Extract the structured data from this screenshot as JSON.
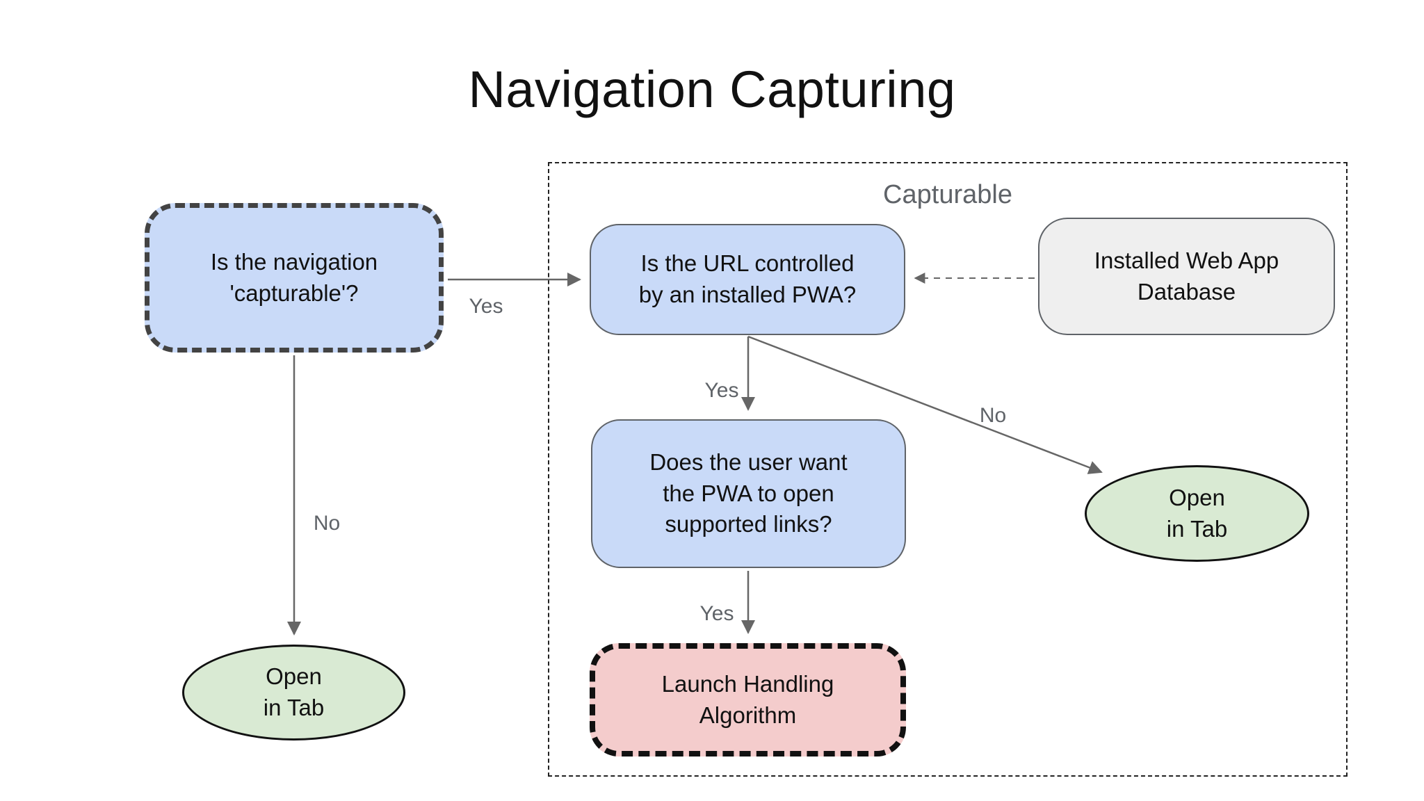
{
  "title": "Navigation Capturing",
  "diagram": {
    "container_label": "Capturable",
    "nodes": {
      "capturable_question": {
        "text": "Is the navigation\n'capturable'?"
      },
      "url_controlled_question": {
        "text": "Is the URL controlled\nby an installed PWA?"
      },
      "installed_db": {
        "text": "Installed Web App\nDatabase"
      },
      "user_want_question": {
        "text": "Does the user want\nthe PWA to open\nsupported links?"
      },
      "launch_handling": {
        "text": "Launch Handling\nAlgorithm"
      },
      "open_in_tab_left": {
        "text": "Open\nin Tab"
      },
      "open_in_tab_right": {
        "text": "Open\nin Tab"
      }
    },
    "edge_labels": {
      "capturable_yes": "Yes",
      "capturable_no": "No",
      "controlled_yes": "Yes",
      "controlled_no": "No",
      "supported_yes": "Yes"
    },
    "colors": {
      "decision_fill": "#c9daf8",
      "terminal_fill": "#d9ead3",
      "process_fill": "#f4cccc",
      "data_fill": "#efefef",
      "arrow": "#666666",
      "label_text": "#5f6368"
    }
  }
}
